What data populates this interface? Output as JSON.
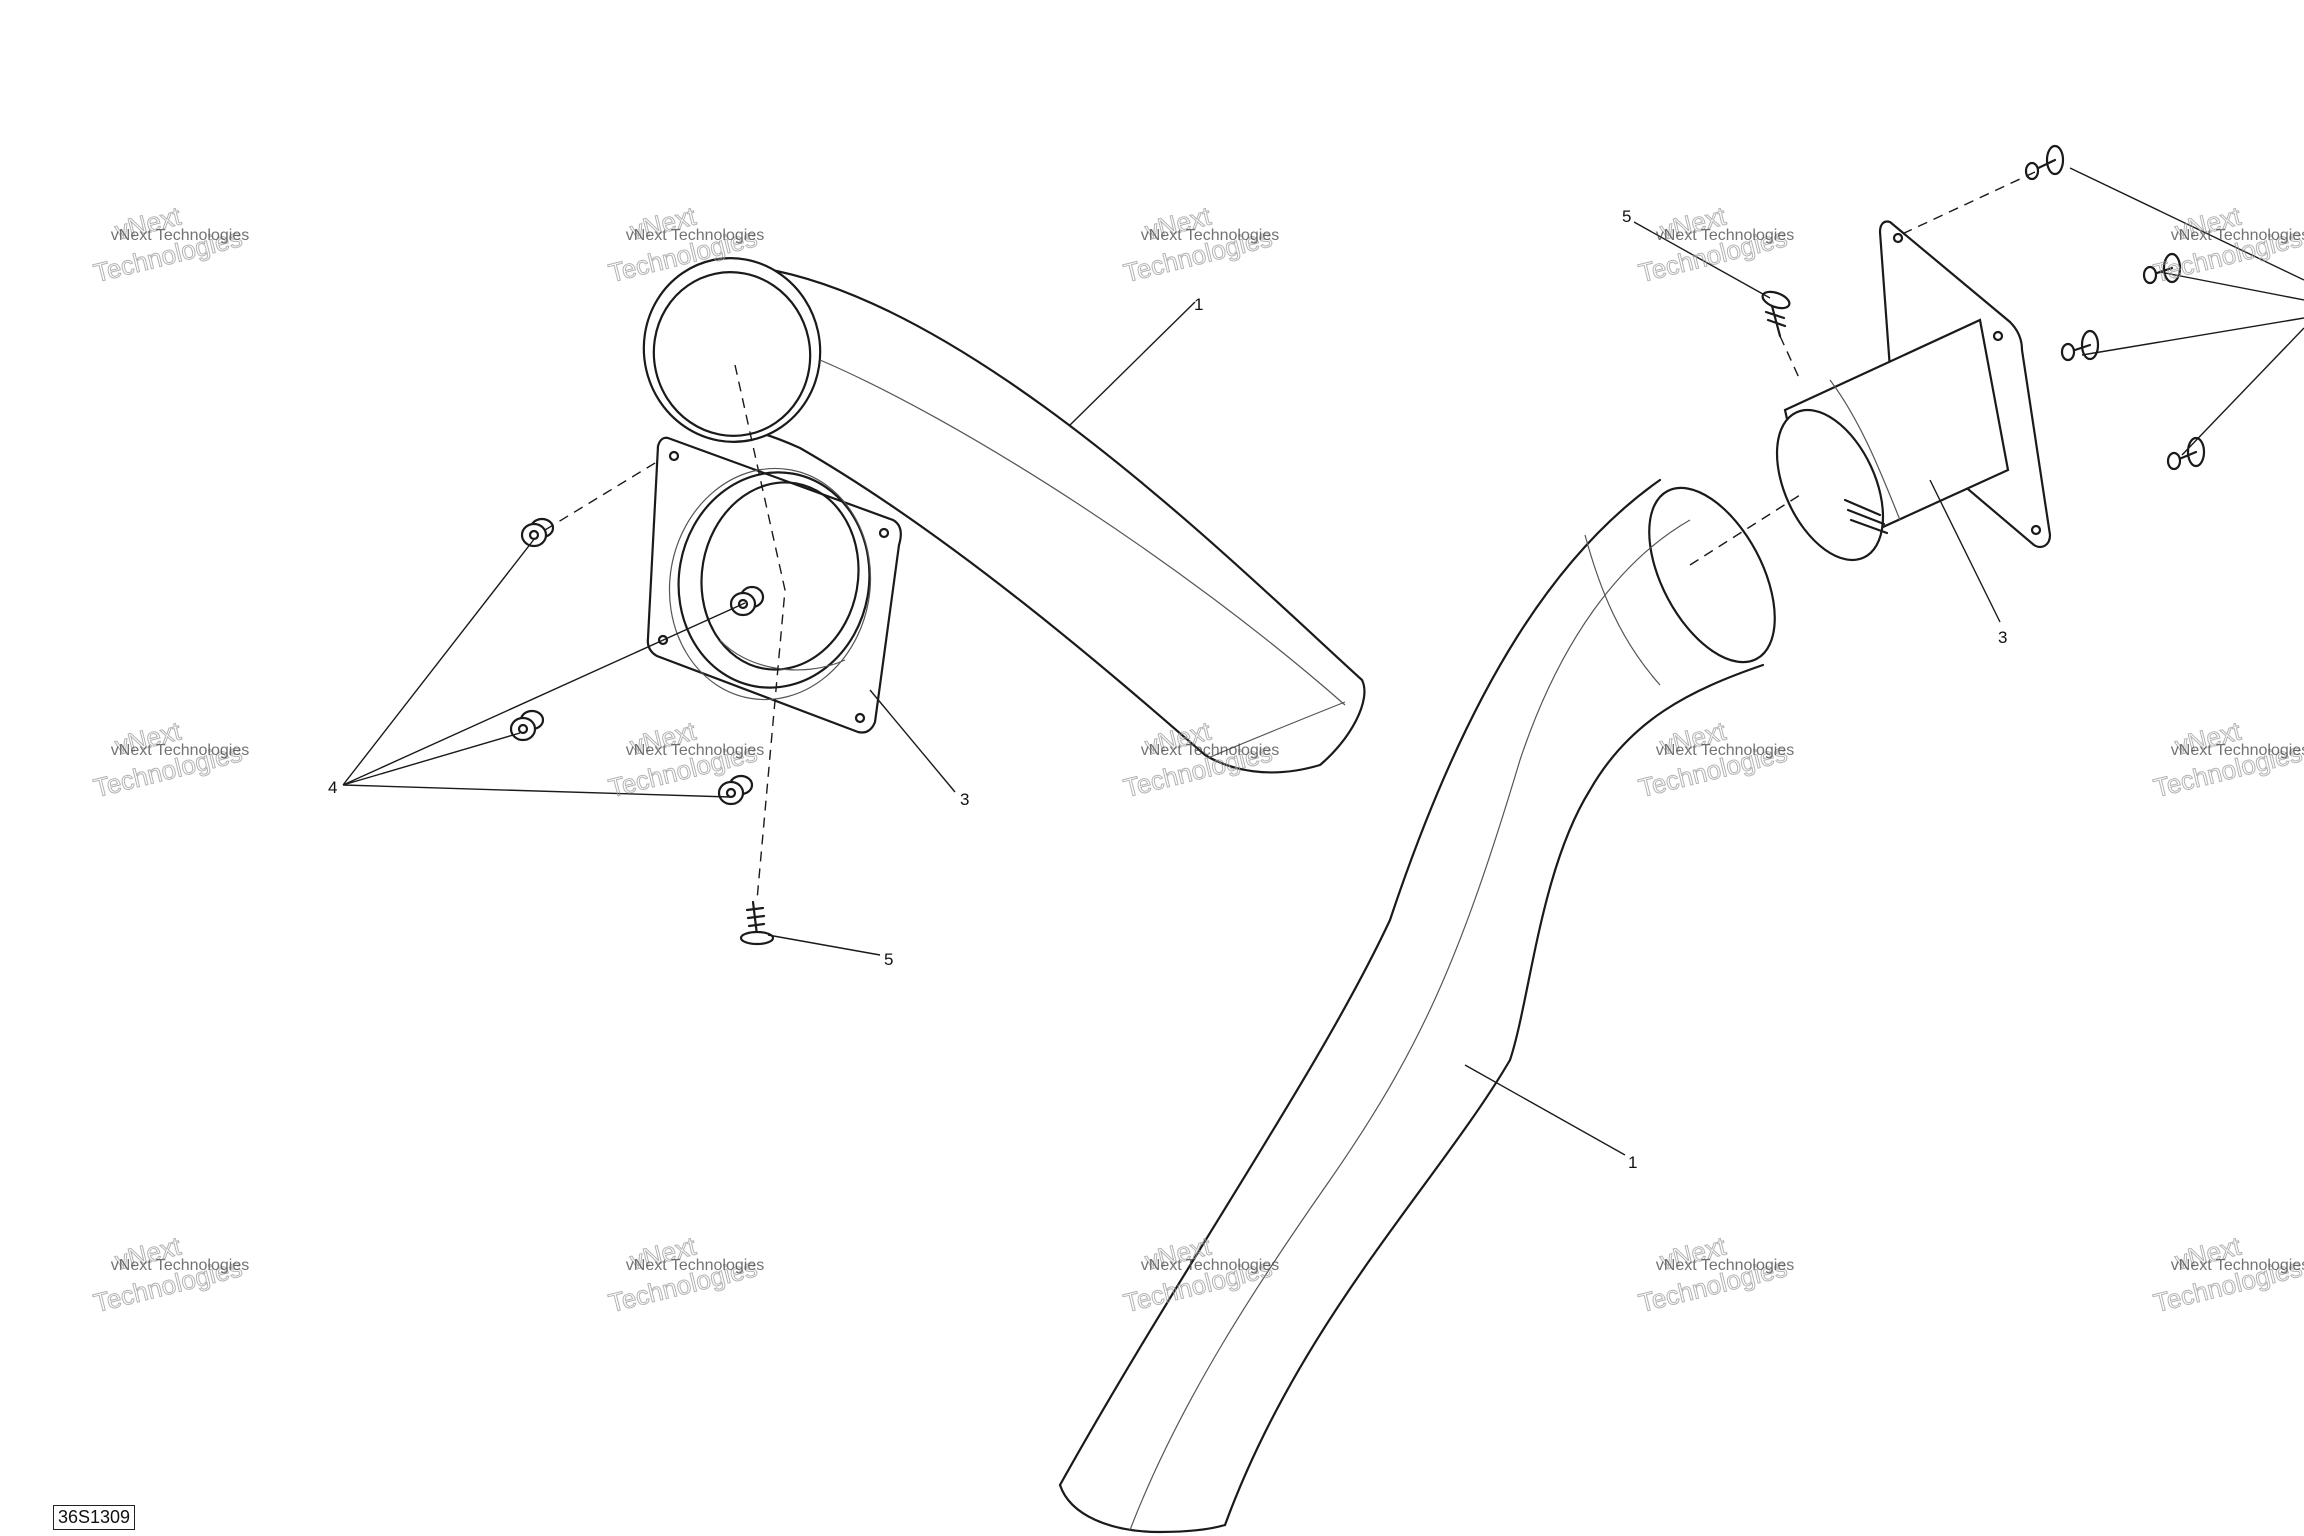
{
  "callouts": {
    "left_hose": "1",
    "left_adaptor": "3",
    "left_fasteners": "4",
    "left_screw": "5",
    "right_hose": "1",
    "right_adaptor": "3",
    "right_screw": "5"
  },
  "watermark": {
    "line1": "vNext Technologies",
    "line2": "vNext",
    "line3": "Technologies"
  },
  "diagram_ref": "36S1309"
}
